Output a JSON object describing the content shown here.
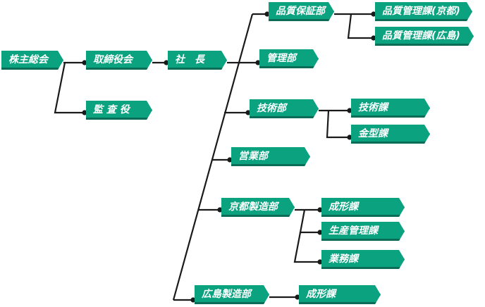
{
  "nodes": {
    "shareholders": "株主総会",
    "board": "取締役会",
    "auditor": "監 査 役",
    "president": "社　長",
    "qa_dept": "品質保証部",
    "qm_kyoto": "品質管理課(京都)",
    "qm_hiroshima": "品質管理課(広島)",
    "admin_dept": "管理部",
    "tech_dept": "技術部",
    "tech_sec": "技術課",
    "mold_sec": "金型課",
    "sales_dept": "営業部",
    "kyoto_mfg": "京都製造部",
    "molding_sec_kyoto": "成形課",
    "prod_mgmt_sec": "生産管理課",
    "ops_sec": "業務課",
    "hiroshima_mfg": "広島製造部",
    "molding_sec_hiroshima": "成形課"
  },
  "colors": {
    "box": "#0aa27f",
    "box_shadow": "#0b6d58",
    "line": "#1a1a1a",
    "text": "#ffffff"
  }
}
